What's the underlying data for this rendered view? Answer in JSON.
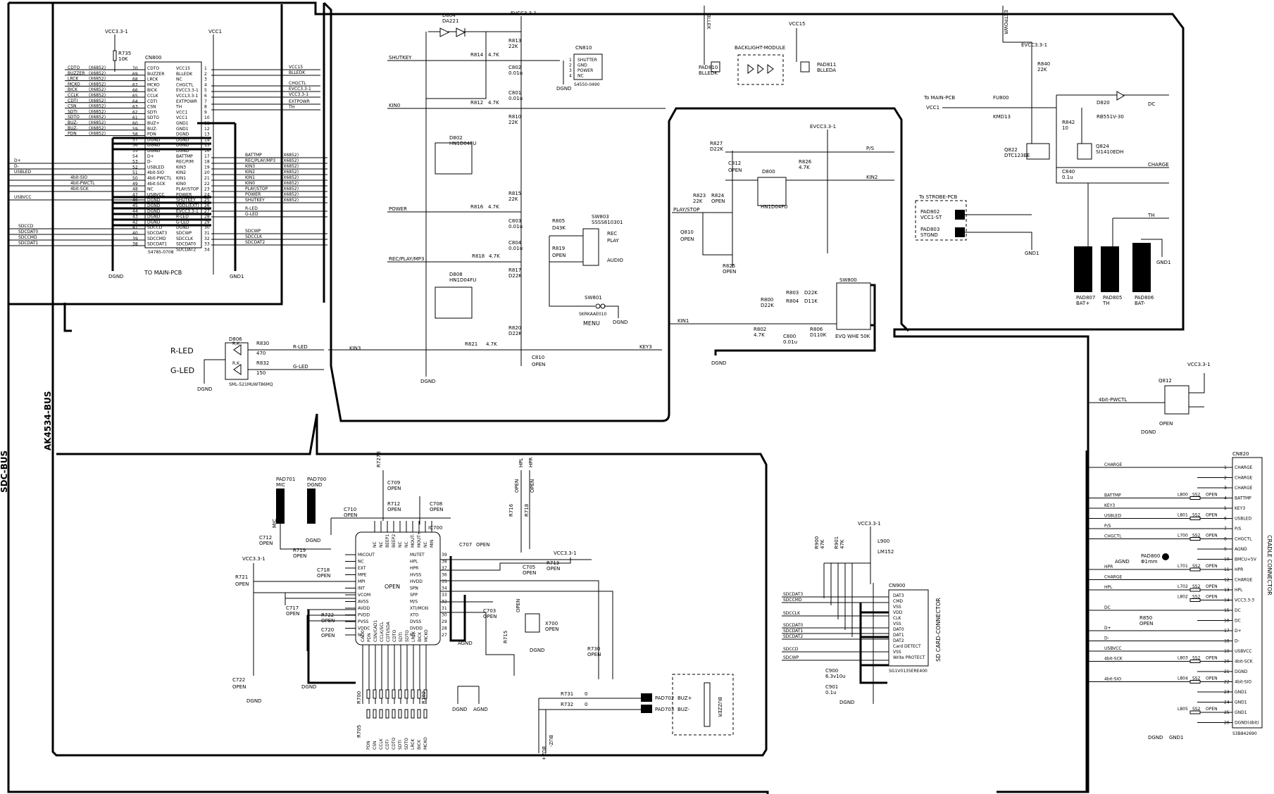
{
  "buses": {
    "sdc": "SDC-BUS",
    "ak": "AK4534-BUS"
  },
  "cn800": {
    "ref": "CN800",
    "part": "S4785-0708",
    "to_label": "TO MAIN-PCB",
    "left_nets": [
      "CDTO",
      "BUZZER",
      "LRCK",
      "MCKO",
      "BICK",
      "CCLK",
      "CDTI",
      "CSN",
      "SDTI",
      "SDTO",
      "BUZ-",
      "BUZ-",
      "PDN"
    ],
    "left_nums": [
      "70",
      "69",
      "68",
      "67",
      "66",
      "65",
      "64",
      "63",
      "62",
      "61",
      "60",
      "59",
      "58"
    ],
    "xbus": "(X6852)",
    "pins_left": [
      "CDTO",
      "BUZZER",
      "LRCK",
      "MCKO",
      "BICK",
      "CCLK",
      "CDTI",
      "CSN",
      "SDTI",
      "SDTO",
      "BUZ+",
      "BUZ-",
      "PDN",
      "DGND",
      "DGND",
      "DGND",
      "D+",
      "D-",
      "USBLED",
      "4bit-SIO",
      "4bit-PWCTL",
      "4bit-SCK",
      "NC",
      "USBVCC",
      "DGND",
      "DGND",
      "DGND",
      "DGND",
      "DGND",
      "SDCCD",
      "SDCDAT3",
      "SDCCMD",
      "SDCDAT1"
    ],
    "pins_right": [
      "VCC15",
      "BLLEDK",
      "NC",
      "CHGCTL",
      "EVCC3.3-1",
      "VCCL3.3-1",
      "EXTPOWR",
      "TH",
      "VCC1",
      "VCC1",
      "GND1",
      "GND1",
      "DGND",
      "DGND",
      "DGND",
      "DGND",
      "BATTMP",
      "REC/P/M",
      "KIN3",
      "KIN2",
      "KIN1",
      "KIN0",
      "PLAY/STOP",
      "POWER",
      "SHUTKEY",
      "VDDL(EXT)",
      "EVCC3.3-1",
      "R-LED",
      "G-LED",
      "DGND",
      "SDCWP",
      "SDCCLK",
      "SDCDAT0",
      "SDCDAT2"
    ],
    "right_nets": [
      "VCC15",
      "BLLEDK",
      "CHGCTL",
      "EVCC3.3-1",
      "VCC3.3-1",
      "EXTPOWR",
      "TH"
    ],
    "right_nets2": [
      "BATTMP",
      "REC/PLAY/MP3",
      "KIN3",
      "KIN2",
      "KIN1",
      "KIN0",
      "PLAY/STOP",
      "POWER",
      "SHUTKEY"
    ],
    "left_nets2": [
      "D+",
      "D-",
      "USBLED",
      "4bit-SIO",
      "4bit-PWCTL",
      "4bit-SCK",
      "USBVCC"
    ],
    "sd_left": [
      "SDCCD",
      "SDCDAT0",
      "SDCCMD",
      "SDCDAT1"
    ],
    "sd_right": [
      "R-LED",
      "G-LED",
      "SDCWP",
      "SDCCLK",
      "SDCDAT2"
    ],
    "vcc_top": "VCC3.3-1",
    "vcc1_top": "VCC1",
    "r735": "R735",
    "r735_val": "10K",
    "dgnd": "DGND",
    "gnd1": "GND1"
  },
  "keys": {
    "shutkey": "SHUTKEY",
    "kin0": "KIN0",
    "power": "POWER",
    "recplay": "REC/PLAY/MP3",
    "kin3": "KIN3",
    "evcc": "EVCC3.3-1",
    "d804": "D804",
    "d804_part": "DA221",
    "r813": "R813",
    "r813_v": "22K",
    "r814": "R814",
    "r814_v": "4.7K",
    "c802": "C802",
    "c802_v": "0.01u",
    "c801": "C801",
    "c801_v": "0.01u",
    "r812": "R812",
    "r812_v": "4.7K",
    "r810": "R810",
    "r810_v": "22K",
    "d802": "D802",
    "d802_p": "HN1D04FU",
    "r815": "R815",
    "r815_v": "22K",
    "r816": "R816",
    "r816_v": "4.7K",
    "c803": "C803",
    "c803_v": "0.01u",
    "c804": "C804",
    "c804_v": "0.01u",
    "r818": "R818",
    "r818_v": "4.7K",
    "r817": "R817",
    "r817_v": "D22K",
    "d808": "D808",
    "d808_p": "HN1D04FU",
    "r820": "R820",
    "r820_v": "D22K",
    "r821": "R821",
    "r821_v": "4.7K",
    "c810": "C810",
    "c810_v": "OPEN",
    "cn810": "CN810",
    "cn810_pins": [
      "SHUTTER",
      "GND",
      "POWER",
      "NC"
    ],
    "cn810_part": "S4550-0490",
    "r805": "R805",
    "r805_v": "D43K",
    "r819": "R819",
    "r819_v": "OPEN",
    "sw803": "SW803",
    "sw803_p": "SSSS810301",
    "sw803_l1": "REC",
    "sw803_l2": "PLAY",
    "sw803_l3": "AUDIO",
    "sw801": "SW801",
    "sw801_p": "SKRKAAE010",
    "menu": "MENU",
    "key3": "KEY3",
    "kin1": "KIN1",
    "dgnd": "DGND"
  },
  "led": {
    "rled": "R-LED",
    "gled": "G-LED",
    "d806": "D806",
    "rk": "R,K",
    "r830": "R830",
    "r830_v": "470",
    "r832": "R832",
    "r832_v": "150",
    "rnet": "R-LED",
    "gnet": "G-LED",
    "part": "SML-521MUWT86MQ",
    "dgnd": "DGND"
  },
  "backlight": {
    "bllek": "BLLEK",
    "pad810": "PAD810",
    "pad810_n": "BLLEDK",
    "title": "BACKLIGHT-MODULE",
    "vcc15": "VCC15",
    "pad811": "PAD811",
    "pad811_n": "BLLEDA"
  },
  "play": {
    "evcc": "EVCC3.3-1",
    "r827": "R827",
    "r827_v": "D22K",
    "ps": "P/S",
    "c812": "C812",
    "c812_v": "OPEN",
    "r826": "R826",
    "r826_v": "4.7K",
    "d800": "D800",
    "d800_p": "HN1D04FU",
    "kin2": "KIN2",
    "playstop": "PLAY/STOP",
    "r823": "R823",
    "r823_v": "22K",
    "r824": "R824",
    "r824_v": "OPEN",
    "q810": "Q810",
    "q810_v": "OPEN",
    "r825": "R825",
    "r825_v": "OPEN",
    "sw800": "SW800",
    "sw800_p": "EVQ WHE 50K",
    "r800": "R800",
    "r800_v": "D22K",
    "r803": "R803",
    "r803_v": "D22K",
    "r804": "R804",
    "r804_v": "D11K",
    "r802": "R802",
    "r802_v": "4.7K",
    "c800": "C800",
    "c800_v": "0.01u",
    "r806": "R806",
    "r806_v": "D110K",
    "kin1": "KIN1",
    "dgnd": "DGND"
  },
  "power": {
    "extpowr": "EXTPOWR",
    "evcc": "EVCC3.3-1",
    "r840": "R840",
    "r840_v": "22K",
    "to_main": "To MAIN-PCB",
    "vcc1": "VCC1",
    "fu800": "FU800",
    "fu800_p": "KMD13",
    "d820": "D820",
    "d820_p": "RB551V-30",
    "dc": "DC",
    "r842": "R842",
    "r842_v": "10",
    "q822": "Q822",
    "q822_p": "DTC123EE",
    "q824": "Q824",
    "q824_p": "SI1410EDH",
    "c840": "C840",
    "c840_v": "0.1u",
    "charge": "CHARGE",
    "strobe": "To STROBE-PCB",
    "pad802": "PAD802",
    "pad802_n": "VCC1-ST",
    "pad803": "PAD803",
    "pad803_n": "STGND",
    "th": "TH",
    "gnd1": "GND1",
    "pad807": "PAD807",
    "pad807_n": "BAT+",
    "pad805": "PAD805",
    "pad805_n": "TH",
    "pad806": "PAD806",
    "pad806_n": "BAT-"
  },
  "cradle": {
    "vcc": "VCC3.3-1",
    "q812": "Q812",
    "q812_v": "OPEN",
    "pwctl": "4bit-PWCTL",
    "dgnd": "DGND",
    "gnd1": "GND1",
    "cn820": "CN820",
    "part": "S3B842690",
    "title": "CRADLE CONNECTOR",
    "pins": [
      "CHARGE",
      "CHARGE",
      "CHARGE",
      "BATTMP",
      "KEY3",
      "USBLED",
      "P/S",
      "CHGCTL",
      "AGND",
      "BMCU+5V",
      "HPR",
      "CHARGE",
      "HPL",
      "VCC3.3-3",
      "DC",
      "DC",
      "D+",
      "D-",
      "USBVCC",
      "4bit-SCK",
      "DGND",
      "4bit-SIO",
      "GND1",
      "GND1",
      "GND1",
      "DGND(4bit)"
    ],
    "nets_left": [
      "CHARGE",
      "",
      "",
      "BATTMP",
      "KEY3",
      "USBLED",
      "P/S",
      "CHGCTL",
      "",
      "",
      "HPR",
      "CHARGE",
      "HPL",
      "",
      "DC",
      "",
      "D+",
      "D-",
      "USBVCC",
      "4bit-SCK",
      "",
      "4bit-SIO"
    ],
    "l800": "L800",
    "l801": "L801",
    "l700": "L700",
    "l701": "L701",
    "l702": "L702",
    "l802": "L802",
    "l803": "L803",
    "l804": "L804",
    "l805": "L805",
    "ss": "SS2",
    "open": "OPEN",
    "pad800": "PAD800",
    "pad800_v": "Φ1mm",
    "r850": "R850",
    "r850_v": "OPEN",
    "agnd": "AGND"
  },
  "codec": {
    "pad701": "PAD701",
    "pad701_n": "MIC",
    "pad700": "PAD700",
    "pad700_n": "DGND",
    "mic": "MIC",
    "c712": "C712",
    "c712_v": "OPEN",
    "r719": "R719",
    "r719_v": "OPEN",
    "vcc": "VCC3.3-1",
    "r721": "R721",
    "r721_v": "OPEN",
    "c718": "C718",
    "c718_v": "OPEN",
    "c717": "C717",
    "c717_v": "OPEN",
    "r722": "R722",
    "r722_v": "OPEN",
    "c720": "C720",
    "c720_v": "OPEN",
    "c722": "C722",
    "c722_v": "OPEN",
    "c710": "C710",
    "c710_v": "OPEN",
    "r727": "R727B",
    "c709": "C709",
    "c709_v": "OPEN",
    "r712": "R712",
    "r712_v": "OPEN",
    "c708": "C708",
    "c708_v": "OPEN",
    "ic700": "IC700",
    "ic_v": "OPEN",
    "left_pins": [
      "MICOUT",
      "NC",
      "EXT",
      "MPE",
      "MPI",
      "INT",
      "VCOM",
      "AVSS",
      "AVDD",
      "PVDD",
      "PVSS",
      "VDDC",
      "NC"
    ],
    "right_pins": [
      "MUTET",
      "HPL",
      "HPR",
      "HVSS",
      "HVDD",
      "SPN",
      "SPP",
      "M/S",
      "XTI/MCKI",
      "XTO",
      "DVSS",
      "DVDD",
      "NC"
    ],
    "top_pins": [
      "NC",
      "NC",
      "BEEP1",
      "BEEP2",
      "NC",
      "NC",
      "MOUT-",
      "MOUT+",
      "NC",
      "MIN"
    ],
    "bottom_pins": [
      "CAD0",
      "PDN",
      "CSN/CAD1",
      "CCLK/SCL",
      "CDTI/SDA",
      "CDTO",
      "SDTI",
      "SDTO",
      "LRCK",
      "BICK",
      "MCKO"
    ],
    "c707": "C707",
    "c707_v": "OPEN",
    "c705": "C705",
    "c705_v": "OPEN",
    "r713": "R713",
    "r713_v": "OPEN",
    "vcc2": "VCC3.3-1",
    "c703": "C703",
    "c703_v": "OPEN",
    "x700": "X700",
    "x700_v": "OPEN",
    "r715": "R715",
    "r715_v": "OPEN",
    "r716": "R716",
    "r716_v": "OPEN",
    "r718": "R718",
    "r718_v": "OPEN",
    "hpl": "HPL",
    "hpr": "HPR",
    "r730": "R730",
    "r730_v": "OPEN",
    "r731": "R731",
    "r731_v": "0",
    "r732": "R732",
    "r732_v": "0",
    "pad702": "PAD702",
    "pad703": "PAD703",
    "buzp": "BUZ+",
    "buzm": "BUZ-",
    "buzzer": "BUZZER",
    "r700": "R700",
    "r705": "R705",
    "r702": "R702",
    "bot_nets": [
      "PDN",
      "CSN",
      "CCLK",
      "CDTI",
      "CDTO",
      "SDTI",
      "SDTO",
      "LRCK",
      "BICK",
      "MCKO"
    ],
    "agnd": "AGND",
    "dgnd": "DGND",
    "buzp_v": "BUZ+",
    "buzm_v": "BUZ-",
    "open": "OPEN"
  },
  "sd": {
    "vcc": "VCC3.3-1",
    "l900": "L900",
    "l900_v": "LM152",
    "r900": "R900",
    "r901": "R901",
    "rv": "47K",
    "nets": [
      "SDCDAT3",
      "SDCCMD",
      "SDCCLK",
      "SDCDAT0",
      "SDCDAT1",
      "SDCDAT2",
      "SDCCD",
      "SDCWP"
    ],
    "cn900": "CN900",
    "pins": [
      "DAT3",
      "CMD",
      "VSS",
      "VDD",
      "CLK",
      "VSS",
      "DAT0",
      "DAT1",
      "DAT2",
      "Card DETECT",
      "VSS",
      "Write PROTECT"
    ],
    "part": "SG1V0135ERE400",
    "title": "SD CARD-CONNECTOR",
    "c900": "C900",
    "c900_v": "6.3v10u",
    "c901": "C901",
    "c901_v": "0.1u",
    "dgnd": "DGND"
  }
}
